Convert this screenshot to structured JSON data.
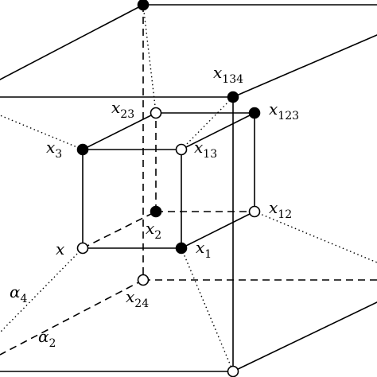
{
  "vertex_labels": {
    "x": {
      "base": "x",
      "sub": ""
    },
    "x1": {
      "base": "x",
      "sub": "1"
    },
    "x2": {
      "base": "x",
      "sub": "2"
    },
    "x3": {
      "base": "x",
      "sub": "3"
    },
    "x12": {
      "base": "x",
      "sub": "12"
    },
    "x13": {
      "base": "x",
      "sub": "13"
    },
    "x23": {
      "base": "x",
      "sub": "23"
    },
    "x123": {
      "base": "x",
      "sub": "123"
    },
    "x24": {
      "base": "x",
      "sub": "24"
    },
    "x134": {
      "base": "x",
      "sub": "134"
    }
  },
  "edge_labels": {
    "alpha2": {
      "base": "α",
      "sub": "2"
    },
    "alpha4": {
      "base": "α",
      "sub": "4"
    }
  },
  "vertex_styles": {
    "x": "open",
    "x1": "filled",
    "x2": "filled",
    "x3": "filled",
    "x12": "open",
    "x13": "open",
    "x23": "open",
    "x123": "filled",
    "x24": "open",
    "x134": "filled",
    "top": "filled",
    "bottom": "open"
  },
  "colors": {
    "stroke": "#000000",
    "background": "#ffffff",
    "open_fill": "#ffffff"
  }
}
